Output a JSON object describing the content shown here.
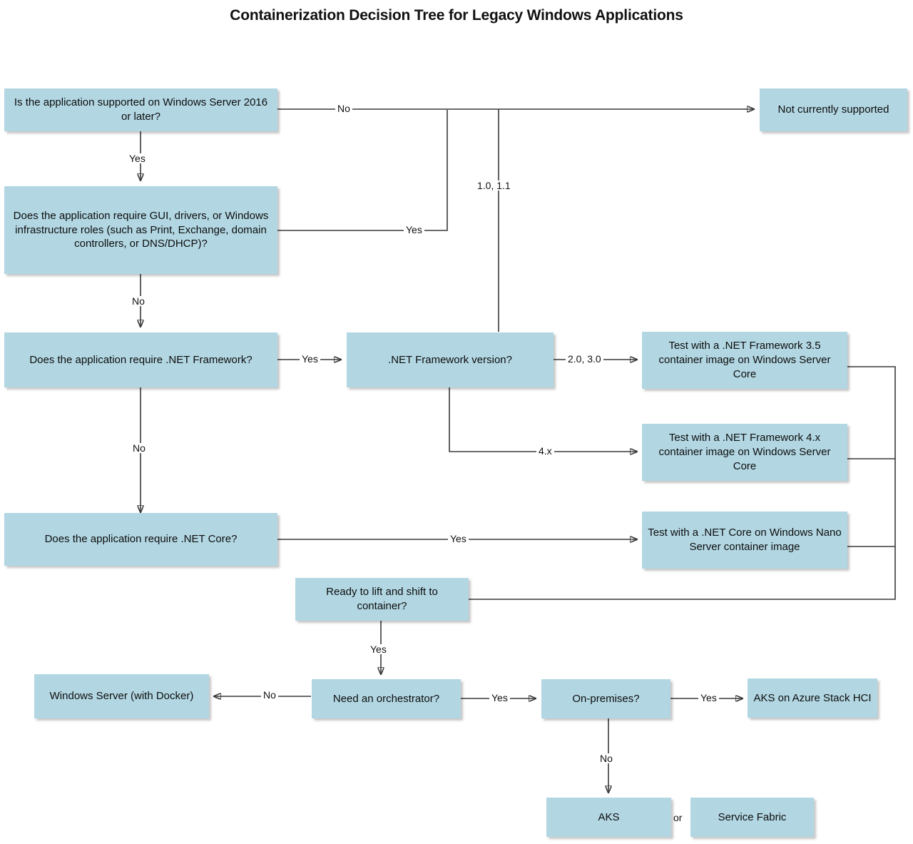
{
  "title": "Containerization Decision Tree for Legacy Windows Applications",
  "theme": {
    "node_fill": "#b2d7e3",
    "edge_color": "#3a3a3a",
    "background": "#ffffff",
    "text_color": "#0d0d0d"
  },
  "nodes": [
    {
      "id": "q_supported",
      "label": "Is the application supported on Windows Server 2016 or later?"
    },
    {
      "id": "r_not_supported",
      "label": "Not currently supported"
    },
    {
      "id": "q_gui",
      "label": "Does the application require GUI, drivers, or Windows infrastructure roles (such as Print, Exchange, domain controllers, or DNS/DHCP)?"
    },
    {
      "id": "q_netfx",
      "label": "Does the application require .NET Framework?"
    },
    {
      "id": "q_netfx_version",
      "label": ".NET Framework version?"
    },
    {
      "id": "r_test_35",
      "label": "Test with a .NET Framework 3.5 container image on Windows Server Core"
    },
    {
      "id": "r_test_4x",
      "label": "Test with a .NET Framework 4.x container image on Windows Server Core"
    },
    {
      "id": "q_netcore",
      "label": "Does the application require .NET Core?"
    },
    {
      "id": "r_test_core",
      "label": "Test with a .NET Core on Windows Nano Server container image"
    },
    {
      "id": "q_lift_shift",
      "label": "Ready to lift and shift to container?"
    },
    {
      "id": "q_orchestrator",
      "label": "Need an orchestrator?"
    },
    {
      "id": "r_windows_docker",
      "label": "Windows Server (with Docker)"
    },
    {
      "id": "q_onprem",
      "label": "On-premises?"
    },
    {
      "id": "r_aks_hci",
      "label": "AKS on Azure Stack HCI"
    },
    {
      "id": "r_aks",
      "label": "AKS"
    },
    {
      "id": "r_service_fabric",
      "label": "Service Fabric"
    }
  ],
  "edge_labels": {
    "supported_no": "No",
    "supported_yes": "Yes",
    "gui_yes": "Yes",
    "gui_no": "No",
    "netfx_yes": "Yes",
    "netfx_no": "No",
    "version_1011": "1.0, 1.1",
    "version_2030": "2.0, 3.0",
    "version_4x": "4.x",
    "netcore_yes": "Yes",
    "lift_yes": "Yes",
    "orchestrator_no": "No",
    "orchestrator_yes": "Yes",
    "onprem_yes": "Yes",
    "onprem_no": "No",
    "or_connector": "or"
  }
}
